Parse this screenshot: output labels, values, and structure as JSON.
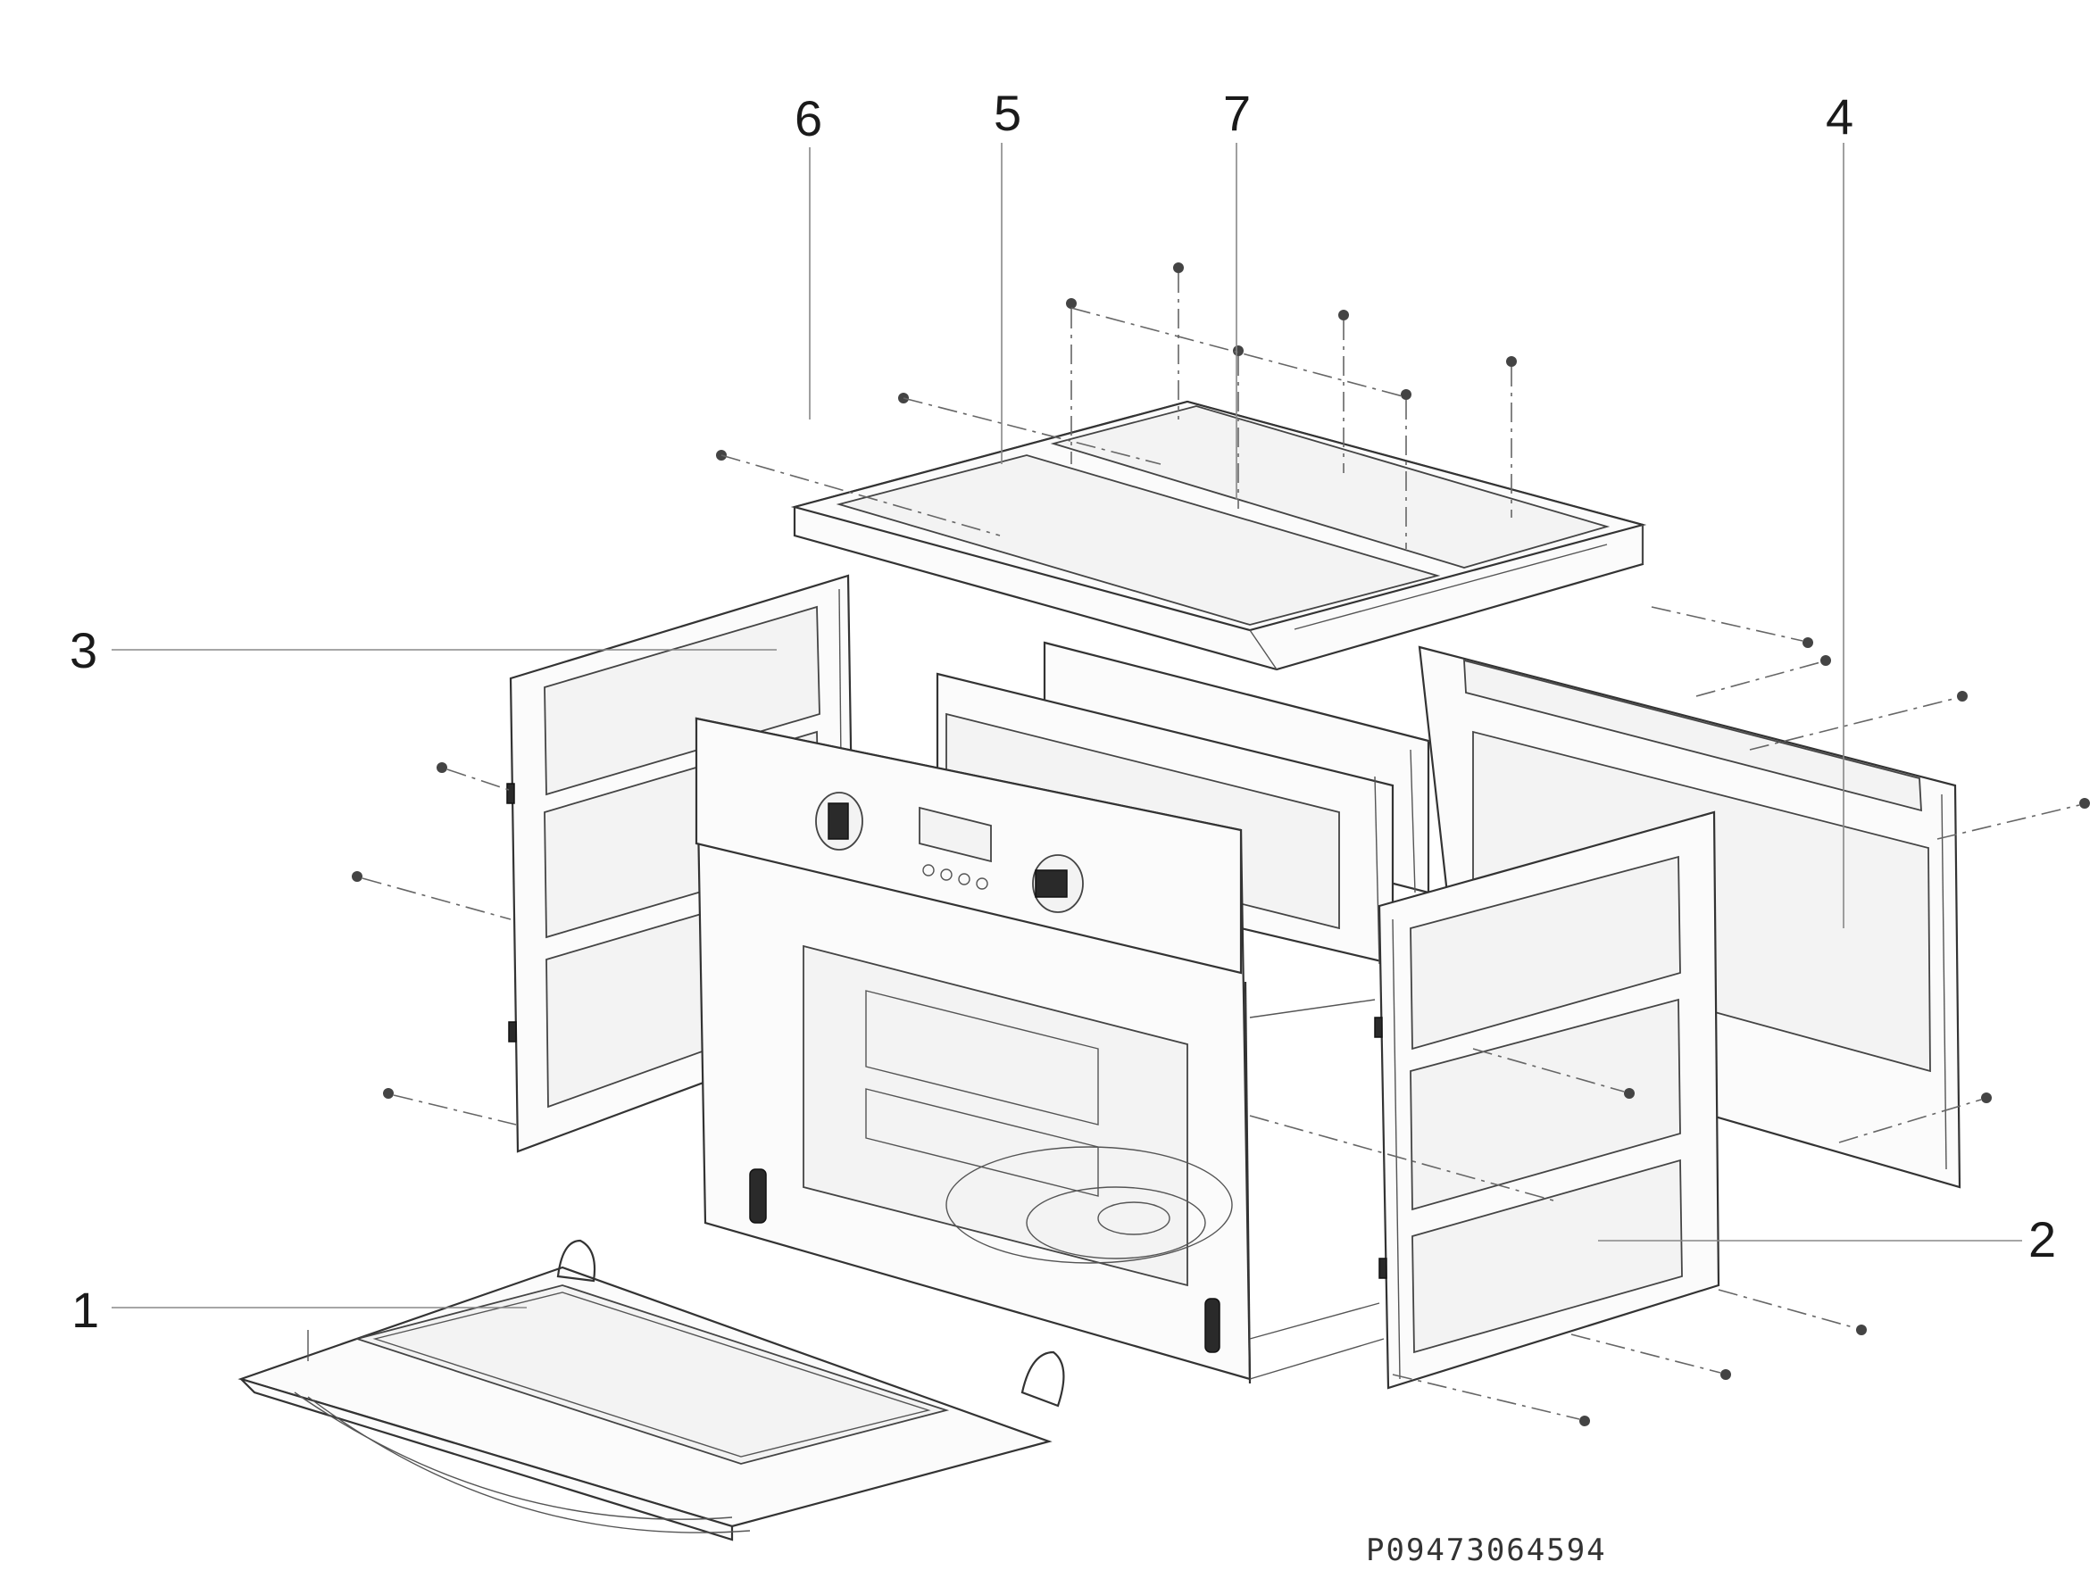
{
  "diagram": {
    "callouts": [
      "1",
      "2",
      "3",
      "4",
      "5",
      "6",
      "7"
    ],
    "reference_code": "P09473064594"
  }
}
